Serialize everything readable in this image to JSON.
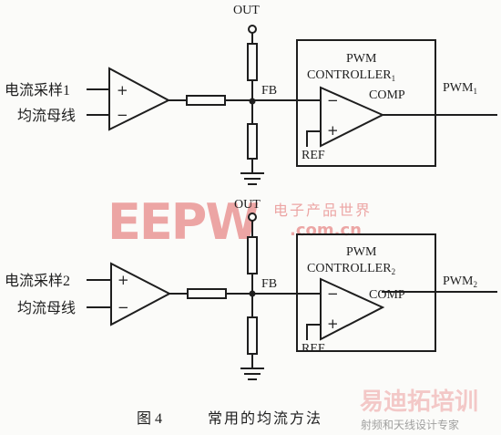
{
  "labels": {
    "out": "OUT",
    "fb": "FB",
    "comp": "COMP",
    "ref": "REF",
    "pwm": "PWM",
    "controller": "CONTROLLER",
    "plus": "+",
    "minus": "−"
  },
  "channels": [
    {
      "sense": "电流采样1",
      "bus": "均流母线",
      "index": "1",
      "output": "PWM"
    },
    {
      "sense": "电流采样2",
      "bus": "均流母线",
      "index": "2",
      "output": "PWM"
    }
  ],
  "caption": {
    "figure": "图 4",
    "title": "常用的均流方法"
  },
  "watermarks": {
    "eepw": "EEPW",
    "eepw_cn": "电子产品世界",
    "eepw_url": ".com.cn",
    "bottom": "易迪拓培训",
    "bottom_sub": "射频和天线设计专家"
  },
  "colors": {
    "line": "#1e1e1e",
    "watermark": "#e06060",
    "watermark_light": "#eea0a0"
  }
}
